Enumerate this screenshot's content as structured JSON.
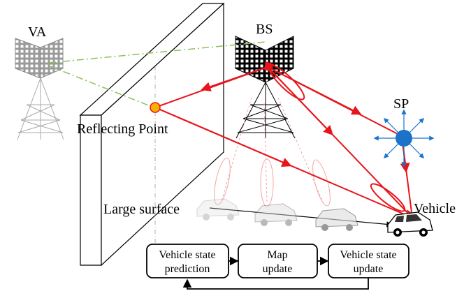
{
  "labels": {
    "va": "VA",
    "bs": "BS",
    "sp": "SP",
    "reflecting_point": "Reflecting Point",
    "large_surface": "Large surface",
    "vehicle": "Vehicle"
  },
  "process_boxes": [
    {
      "line1": "Vehicle state",
      "line2": "prediction"
    },
    {
      "line1": "Map",
      "line2": "update"
    },
    {
      "line1": "Vehicle state",
      "line2": "update"
    }
  ],
  "colors": {
    "signal_path": "#e8141b",
    "virtual_path": "#8fbf5a",
    "scatter_point": "#1a73c9",
    "reflect_point_fill": "#f5b400",
    "faded_beam": "#f2a6a6"
  }
}
